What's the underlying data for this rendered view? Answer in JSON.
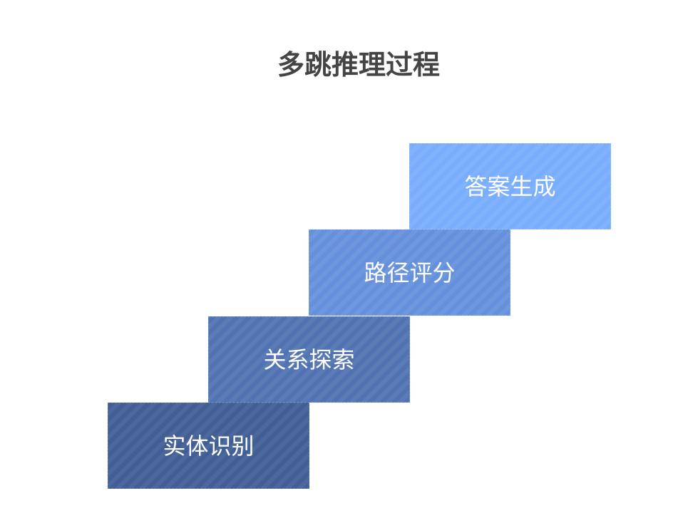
{
  "title": "多跳推理过程",
  "steps": [
    {
      "label": "实体识别",
      "color": "#415e95"
    },
    {
      "label": "关系探索",
      "color": "#5173b3"
    },
    {
      "label": "路径评分",
      "color": "#6590dc"
    },
    {
      "label": "答案生成",
      "color": "#79adfd"
    }
  ]
}
